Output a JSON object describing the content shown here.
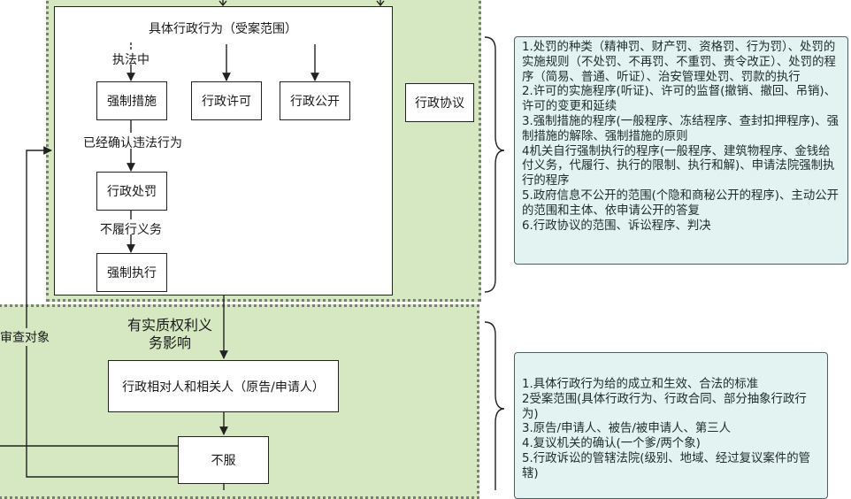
{
  "top_panel": {
    "title": "具体行政行为（受案范围）",
    "enforcement_label": "执法中",
    "boxes": {
      "coercive_measures": "强制措施",
      "administrative_license": "行政许可",
      "information_disclosure": "行政公开",
      "administrative_penalty": "行政处罚",
      "compulsory_enforcement": "强制执行"
    },
    "confirmed_violation_label": "已经确认违法行为",
    "non_performance_label": "不履行义务"
  },
  "side_box": {
    "administrative_agreement": "行政协议"
  },
  "left_label": "审查对象",
  "middle_label": "有实质权利义\n务影响",
  "lower": {
    "counterparty_box": "行政相对人和相关人（原告/申请人）",
    "dissatisfied_box": "不服"
  },
  "notes_top": [
    "1.处罚的种类（精神罚、财产罚、资格罚、行为罚）、处罚的实施规则（不处罚、不再罚、不重罚、责令改正）、处罚的程序（简易、普通、听证）、治安管理处罚、罚款的执行",
    "2.许可的实施程序(听证)、许可的监督(撤销、撤回、吊销)、许可的变更和延续",
    "3.强制措施的程序(一般程序、冻结程序、查封扣押程序)、强制措施的解除、强制措施的原则",
    "4机关自行强制执行的程序(一般程序、建筑物程序、金钱给付义务，代履行、执行的限制、执行和解)、申请法院强制执行的程序",
    "5.政府信息不公开的范围(个隐和商秘公开的程序)、主动公开的范围和主体、依申请公开的答复",
    "6.行政协议的范围、诉讼程序、判决"
  ],
  "notes_bottom": [
    "1.具体行政行为给的成立和生效、合法的标准",
    "2受案范围(具体行政行为、行政合同、部分抽象行政行为)",
    "3.原告/申请人、被告/被申请人、第三人",
    "4.复议机关的确认(一个爹/两个象)",
    "5.行政诉讼的管辖法院(级别、地域、经过复议案件的管辖)"
  ],
  "colors": {
    "zone_fill": "#d5e8c2",
    "zone_border": "#7d7d7d",
    "note_fill": "#e2f3f1",
    "note_border": "#4d5f63",
    "line": "#222222"
  }
}
